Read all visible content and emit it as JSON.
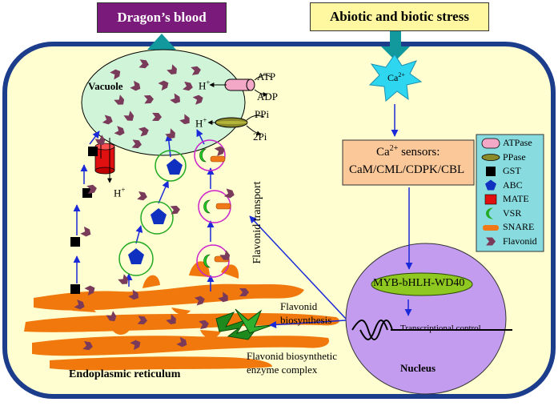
{
  "headers": {
    "dragons_blood": "Dragon’s blood",
    "stress": "Abiotic and biotic stress"
  },
  "vacuole": {
    "label": "Vacuole",
    "atp": "ATP",
    "adp": "ADP",
    "ppi": "PPi",
    "two_pi": "2Pi",
    "h_plus_top": "H",
    "h_plus_mid": "H",
    "h_plus_mate": "H",
    "plus": "+"
  },
  "calcium": {
    "ion": "Ca",
    "charge": "2+",
    "sensors_title_pre": "Ca",
    "sensors_title_sup": "2+",
    "sensors_title_post": " sensors:",
    "sensors_list": "CaM/CML/CDPK/CBL"
  },
  "legend": {
    "items": [
      {
        "name": "ATPase",
        "color": "#f4a8c8"
      },
      {
        "name": "PPase",
        "color": "#8a8a2a"
      },
      {
        "name": "GST",
        "color": "#000000"
      },
      {
        "name": "ABC",
        "color": "#1030c0"
      },
      {
        "name": "MATE",
        "color": "#e01010"
      },
      {
        "name": "VSR",
        "color": "#22aa22"
      },
      {
        "name": "SNARE",
        "color": "#f07818"
      },
      {
        "name": "Flavonid",
        "color": "#7a3a5a"
      }
    ]
  },
  "labels": {
    "flavonid_transport": "Flavonid transport",
    "flavonid_biosynthesis_1": "Flavonid",
    "flavonid_biosynthesis_2": "biosynthesis",
    "enzyme_complex_1": "Flavonid biosynthetic",
    "enzyme_complex_2": "enzyme complex",
    "er": "Endoplasmic reticulum",
    "tf_complex": "MYB-bHLH-WD40",
    "transcriptional_control": "Transcriptional control",
    "nucleus": "Nucleus"
  },
  "colors": {
    "cell_fill": "#fefed0",
    "cell_border": "#1c3c8c",
    "vacuole_fill": "#d0f4d8",
    "nucleus_fill": "#c39cf0",
    "er_fill": "#f0780c",
    "header_left": "#7a1a7a",
    "header_right": "#fff8a0",
    "sensor_box": "#fbc89a",
    "tf_oval": "#8ec820",
    "arrow_blue": "#1a2ad8",
    "teal_arrow": "#11999e",
    "legend_bg": "#88dce0"
  }
}
